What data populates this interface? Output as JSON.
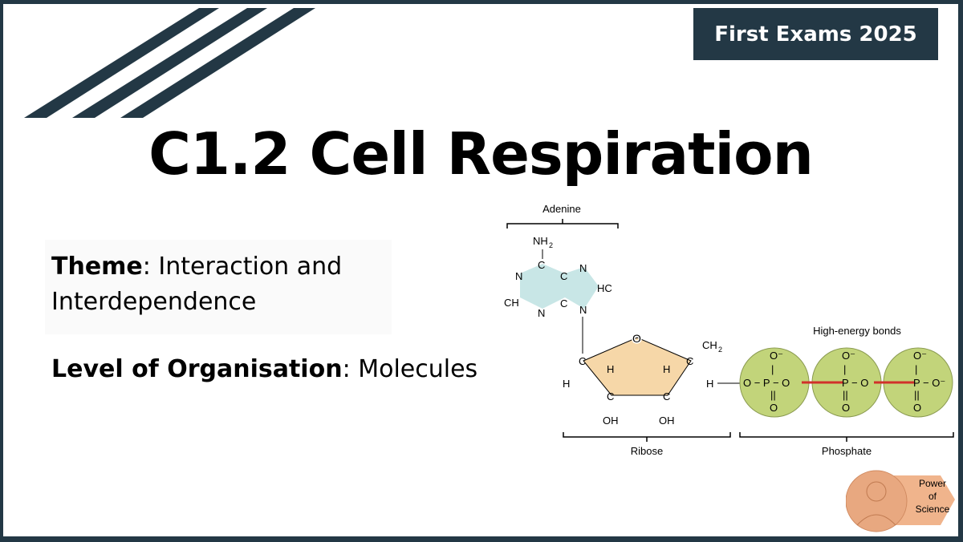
{
  "badge": {
    "label": "First Exams 2025"
  },
  "title": "C1.2 Cell Respiration",
  "theme": {
    "label": "Theme",
    "value": ": Interaction and",
    "value2": "Interdependence"
  },
  "level": {
    "label": "Level of Organisation",
    "value": ":  Molecules"
  },
  "diagram": {
    "adenine_label": "Adenine",
    "ribose_label": "Ribose",
    "phosphate_label": "Phosphate",
    "bonds_label": "High-energy bonds",
    "colors": {
      "adenine": "#c8e6e6",
      "ribose": "#f6d7a8",
      "phosphate": "#c2d47a",
      "bond": "#d0302a"
    }
  },
  "logo": {
    "line1": "Power",
    "line2": "of",
    "line3": "Science"
  },
  "colors": {
    "frame": "#233845",
    "badge_bg": "#233845"
  }
}
